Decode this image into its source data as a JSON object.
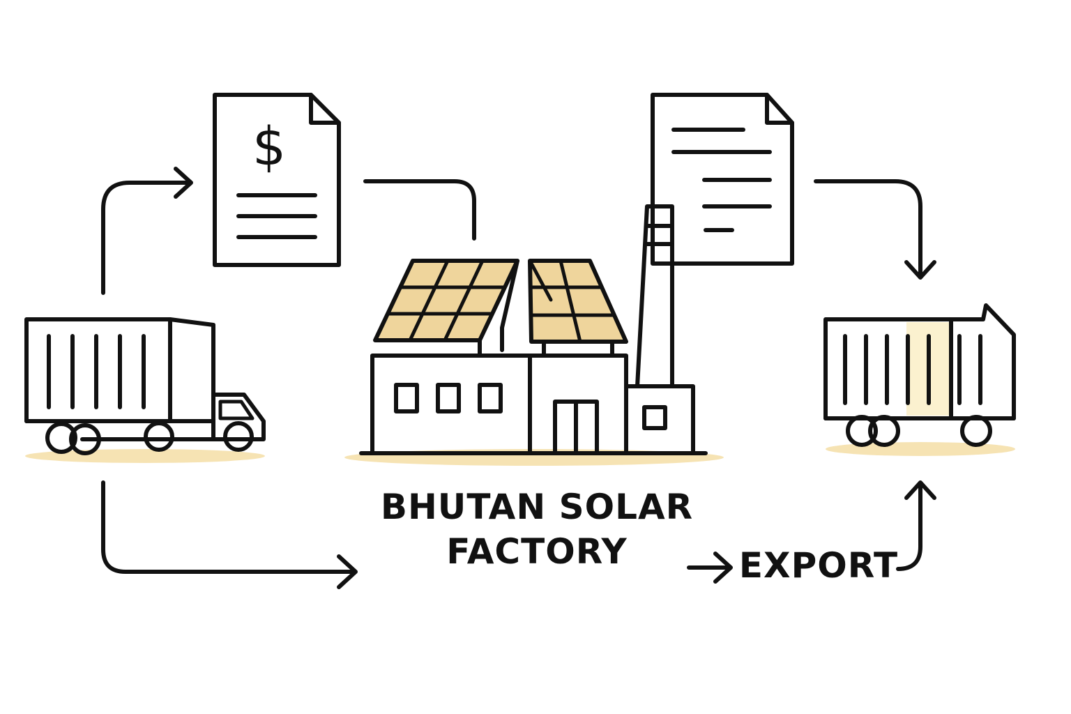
{
  "diagram": {
    "factory_label_line1": "BHUTAN SOLAR",
    "factory_label_line2": "FACTORY",
    "export_label": "EXPORT",
    "invoice_symbol": "$"
  },
  "colors": {
    "stroke": "#111111",
    "accent_fill": "#f3d99a",
    "panel_fill": "#e9c77b",
    "container_fill": "#fbf1cf",
    "background": "#ffffff"
  },
  "icons": [
    "incoming-truck-icon",
    "invoice-document-icon",
    "solar-factory-icon",
    "export-document-icon",
    "export-truck-icon"
  ]
}
